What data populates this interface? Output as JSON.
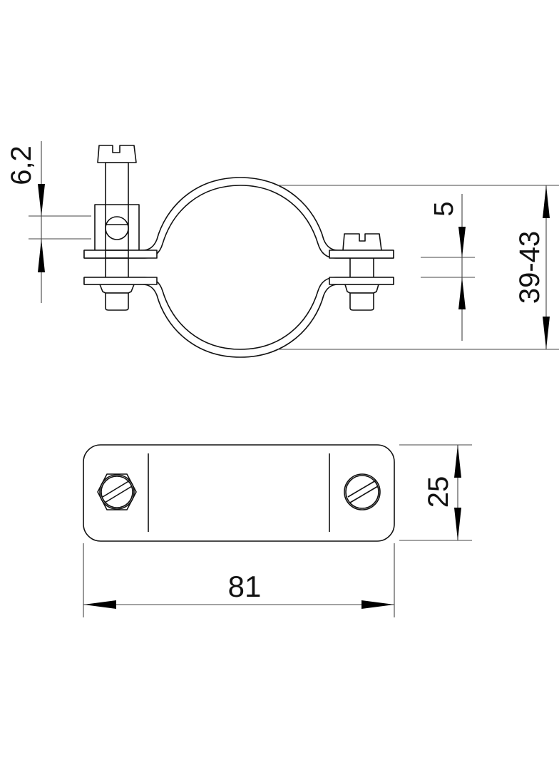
{
  "drawing": {
    "type": "technical-dimension-drawing",
    "subject": "pipe clamp with screws",
    "views": [
      "front-view",
      "top-view"
    ],
    "line_color": "#111111",
    "background": "#ffffff"
  },
  "front_view": {
    "dimensions": {
      "screw_gap": {
        "label": "6,2"
      },
      "flange_gap": {
        "label": "5"
      },
      "pipe_diameter_range": {
        "label": "39-43"
      }
    }
  },
  "top_view": {
    "dimensions": {
      "width": {
        "label": "25"
      },
      "length": {
        "label": "81"
      }
    }
  }
}
